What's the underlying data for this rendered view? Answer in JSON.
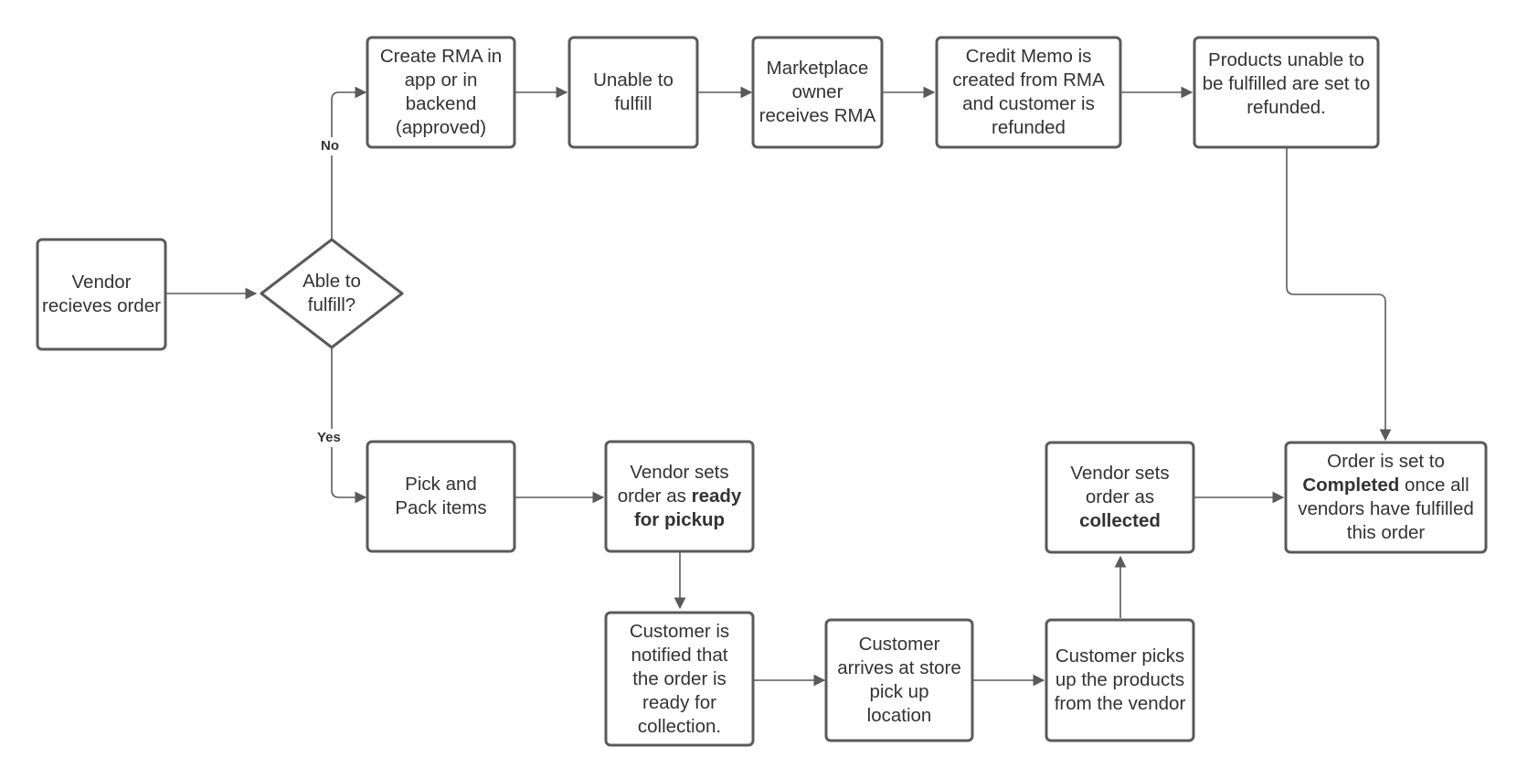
{
  "nodes": {
    "vendor_receives_order": "Vendor recieves order",
    "able_to_fulfill": "Able to fulfill?",
    "create_rma": "Create RMA in app or in backend (approved)",
    "unable_to_fulfill": "Unable to fulfill",
    "marketplace_owner": "Marketplace owner receives RMA",
    "credit_memo": "Credit Memo is created from RMA and customer is refunded",
    "products_refunded": "Products unable to be fulfilled are set to refunded.",
    "pick_and_pack": "Pick and Pack items",
    "ready_for_pickup": {
      "before": "Vendor sets order as ",
      "bold": "ready for pickup",
      "after": ""
    },
    "customer_notified": "Customer is notified that the order is ready for collection.",
    "customer_arrives": "Customer arrives at store pick up location",
    "customer_picks_up": "Customer picks up the products from the vendor",
    "vendor_collected": {
      "before": "Vendor sets order as ",
      "bold": "collected",
      "after": ""
    },
    "order_completed": {
      "before": "Order is set to ",
      "bold": "Completed",
      "after": " once all vendors have fulfilled this order"
    }
  },
  "edge_labels": {
    "no": "No",
    "yes": "Yes"
  },
  "colors": {
    "stroke": "#5a5a5a",
    "text": "#333333",
    "background": "#ffffff"
  }
}
